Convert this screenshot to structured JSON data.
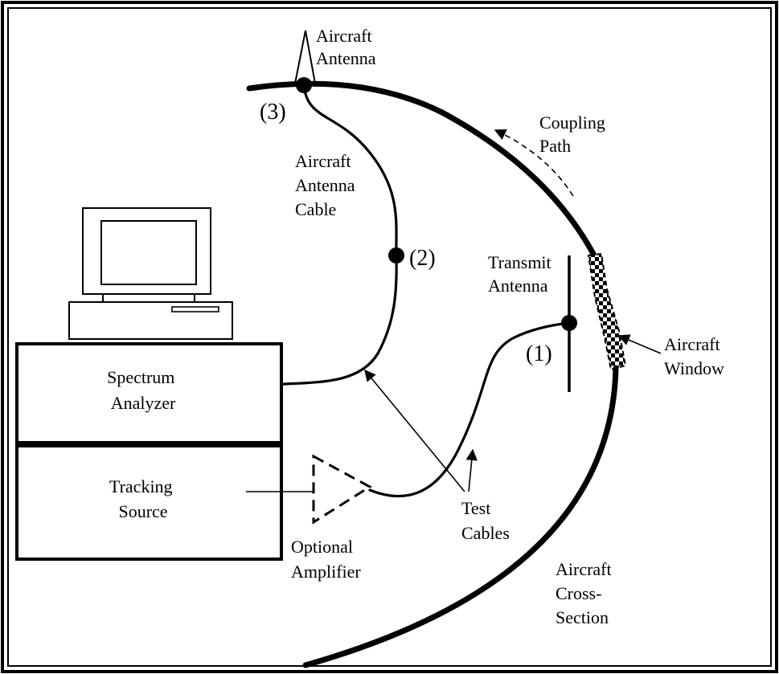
{
  "diagram": {
    "labels": {
      "aircraft_antenna": [
        "Aircraft",
        "Antenna"
      ],
      "coupling_path": [
        "Coupling",
        "Path"
      ],
      "aircraft_antenna_cable": [
        "Aircraft",
        "Antenna",
        "Cable"
      ],
      "transmit_antenna": [
        "Transmit",
        "Antenna"
      ],
      "aircraft_window": [
        "Aircraft",
        "Window"
      ],
      "spectrum_analyzer": [
        "Spectrum",
        "Analyzer"
      ],
      "tracking_source": [
        "Tracking",
        "Source"
      ],
      "optional_amplifier": [
        "Optional",
        "Amplifier"
      ],
      "test_cables": [
        "Test",
        "Cables"
      ],
      "aircraft_cross_section": [
        "Aircraft",
        "Cross-",
        "Section"
      ]
    },
    "points": {
      "p1": "(1)",
      "p2": "(2)",
      "p3": "(3)"
    }
  }
}
